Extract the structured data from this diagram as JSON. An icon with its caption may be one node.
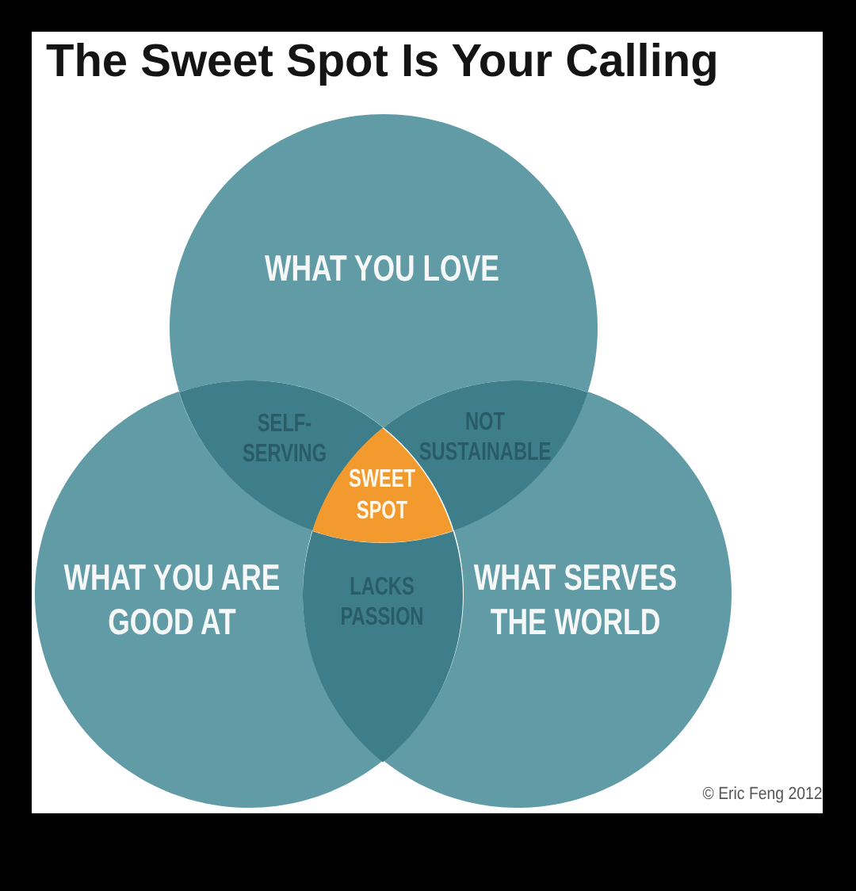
{
  "diagram": {
    "title": "The Sweet Spot Is Your Calling",
    "nodes": [
      {
        "text": [
          "WHAT YOU LOVE"
        ]
      },
      {
        "text": [
          "SELF-SERVING"
        ]
      },
      {
        "text": [
          "NOT SUSTAINABLE"
        ]
      },
      {
        "text": [
          "SWEET SPOT"
        ]
      },
      {
        "text": [
          "WHAT YOU ARE GOOD AT"
        ]
      },
      {
        "text": [
          "LACKS PASSION"
        ]
      },
      {
        "text": [
          "WHAT SERVES THE WORLD"
        ]
      }
    ],
    "labels": [
      "© Eric Feng 2012"
    ]
  }
}
